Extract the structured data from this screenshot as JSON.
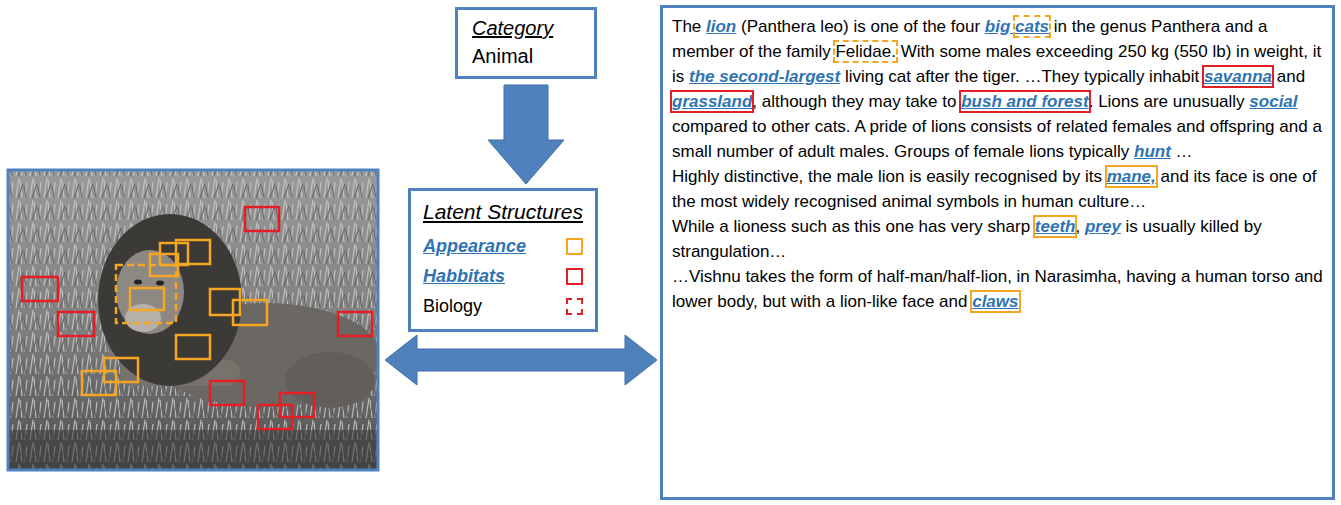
{
  "diagram": {
    "nodes": [
      {
        "text": [
          "Category",
          "Animal"
        ]
      },
      {
        "text": [
          "Latent Structures"
        ]
      },
      {
        "text": [
          "The ",
          "lion",
          " (Panthera leo) is one of the four ",
          "big ",
          "cats",
          " in the genus Panthera and a member of the family ",
          "Felidae.",
          " With some males exceeding 250 kg (550 lb) in weight, it is ",
          "the second-largest",
          " living cat after the tiger. …They typically inhabit ",
          "savanna",
          " and ",
          "grassland",
          ", although they may take to ",
          "bush and forest",
          ". Lions are unusually ",
          "social",
          " compared to other cats. A pride of lions consists of related females and offspring and a small number of adult males. Groups of female lions typically ",
          "hunt",
          " …",
          "Highly distinctive, the male lion is easily recognised by its ",
          "mane,",
          " and its face is one of the most widely recognised animal symbols in human culture…",
          "While a lioness such as this one has very sharp ",
          "teeth",
          ", ",
          "prey",
          " is usually killed by strangulation…",
          "…Vishnu takes the form of half-man/half-lion, in Narasimha, having a human torso and lower body, but with a lion-like face and ",
          "claws"
        ]
      }
    ],
    "edges": [
      {
        "from": 0,
        "to": 1,
        "arrow": "to"
      }
    ],
    "legend": [
      {
        "text": "Appearance"
      },
      {
        "text": "Habbitats"
      },
      {
        "text": "Biology"
      }
    ]
  }
}
